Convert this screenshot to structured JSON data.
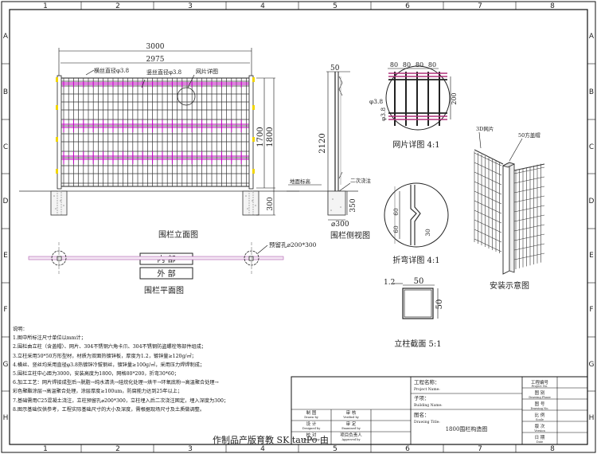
{
  "grid": {
    "cols": [
      "1",
      "2",
      "3",
      "4",
      "5",
      "6",
      "7",
      "8"
    ],
    "rows": [
      "A",
      "B",
      "C",
      "D",
      "E",
      "F",
      "G",
      "H"
    ]
  },
  "elevation": {
    "dim_total": "3000",
    "dim_inner": "2975",
    "label_h_wire": "横丝直径φ3.8",
    "label_v_wire": "竖丝直径φ3.8",
    "label_detail": "网片详图",
    "dim_1700": "1700",
    "dim_1800": "1800",
    "dim_300": "300",
    "title": "围栏立面图"
  },
  "side": {
    "dim_50": "50",
    "dim_2120": "2120",
    "label_ground": "地面标高",
    "label_pour": "二次浇注",
    "dim_350": "350",
    "dim_300": "⌀300",
    "title": "围栏侧视图"
  },
  "mesh_detail": {
    "dims": [
      "80",
      "80",
      "80",
      "80"
    ],
    "dim_200": "200",
    "phi1": "φ3.8",
    "phi2": "φ3.8",
    "title": "网片详图 4:1"
  },
  "bend_detail": {
    "dim_60a": "60",
    "dim_60b": "60",
    "dim_30": "30",
    "title": "折弯详图 4:1"
  },
  "section": {
    "dim_50a": "50",
    "dim_50b": "50",
    "dim_12": "1.2",
    "title": "立柱截面 5:1"
  },
  "install": {
    "label_mesh": "3D网片",
    "label_post": "50方盖帽",
    "title": "安装示意图"
  },
  "plan": {
    "inside": "内 部",
    "outside": "外 部",
    "hole": "预留孔⌀200*300",
    "title": "围栏平面图"
  },
  "notes": {
    "heading": "说明：",
    "lines": [
      "1.图中所标注尺寸单位以mm计；",
      "2.围栏由立柱（含盖帽）、网片、304不锈钢六角卡爪、304不锈钢防盗螺栓等部件组成；",
      "3.立柱采用50*50方形型材，材质为双面热镀锌板，厚度为1.2，镀锌量≥120g/㎡；",
      "4.横丝、竖丝均采用直径φ3.8热镀锌冷拔钢丝，镀锌量≥100g/㎡，采用压力焊焊制成；",
      "5.围栏立柱中心距为3000，安装高度为1800，网格80*200，折弯30*60；",
      "6.加工工艺：网片焊接成型后→脱脂→纯水清洗→硅烷化处理→烘干→环氧底粉→高温聚合处理→",
      "   彩色聚酯涂层→高温聚合处理，涂层厚度≥100um，防腐能力达到25年以上；",
      "7.基础需用C25混凝土浇注，立柱预留孔⌀200*300，立柱埋入后二次浇注固定，埋入深度为300；",
      "8.图示基础仅供参考，工程实际基础尺寸的大小及深度，需根据现场尺寸及土质做调整。"
    ]
  },
  "title_block": {
    "project_name": "工程名称：",
    "project_name_en": "Project Name:",
    "sub_item": "子项：",
    "building_name": "Building Name:",
    "drawing": "图名：",
    "drawing_title": "Drawing Title:",
    "drawing_value": "1800围栏构造图",
    "project_no": "工程编号",
    "project_no_en": "Project No.",
    "drawing_phase": "图 别",
    "drawing_phase_en": "Drawing Phase",
    "drawing_no": "图 号",
    "drawing_no_en": "Drawing No.",
    "scale": "比 例",
    "scale_en": "Scale",
    "version": "版 次",
    "version_en": "Version",
    "date": "日 期",
    "date_en": "Date",
    "drawn": "制 图",
    "drawn_en": "Drawn by",
    "design": "设 计",
    "design_en": "Designed by",
    "check": "校 对",
    "check_en": "Checked by",
    "verify": "审 核",
    "verify_en": "Verified by",
    "examine": "审 定",
    "examine_en": "Examined by",
    "approve": "项目负责人",
    "approve_en": "Approved by"
  },
  "footer": "作制品产版育教 SK tauPo 由"
}
